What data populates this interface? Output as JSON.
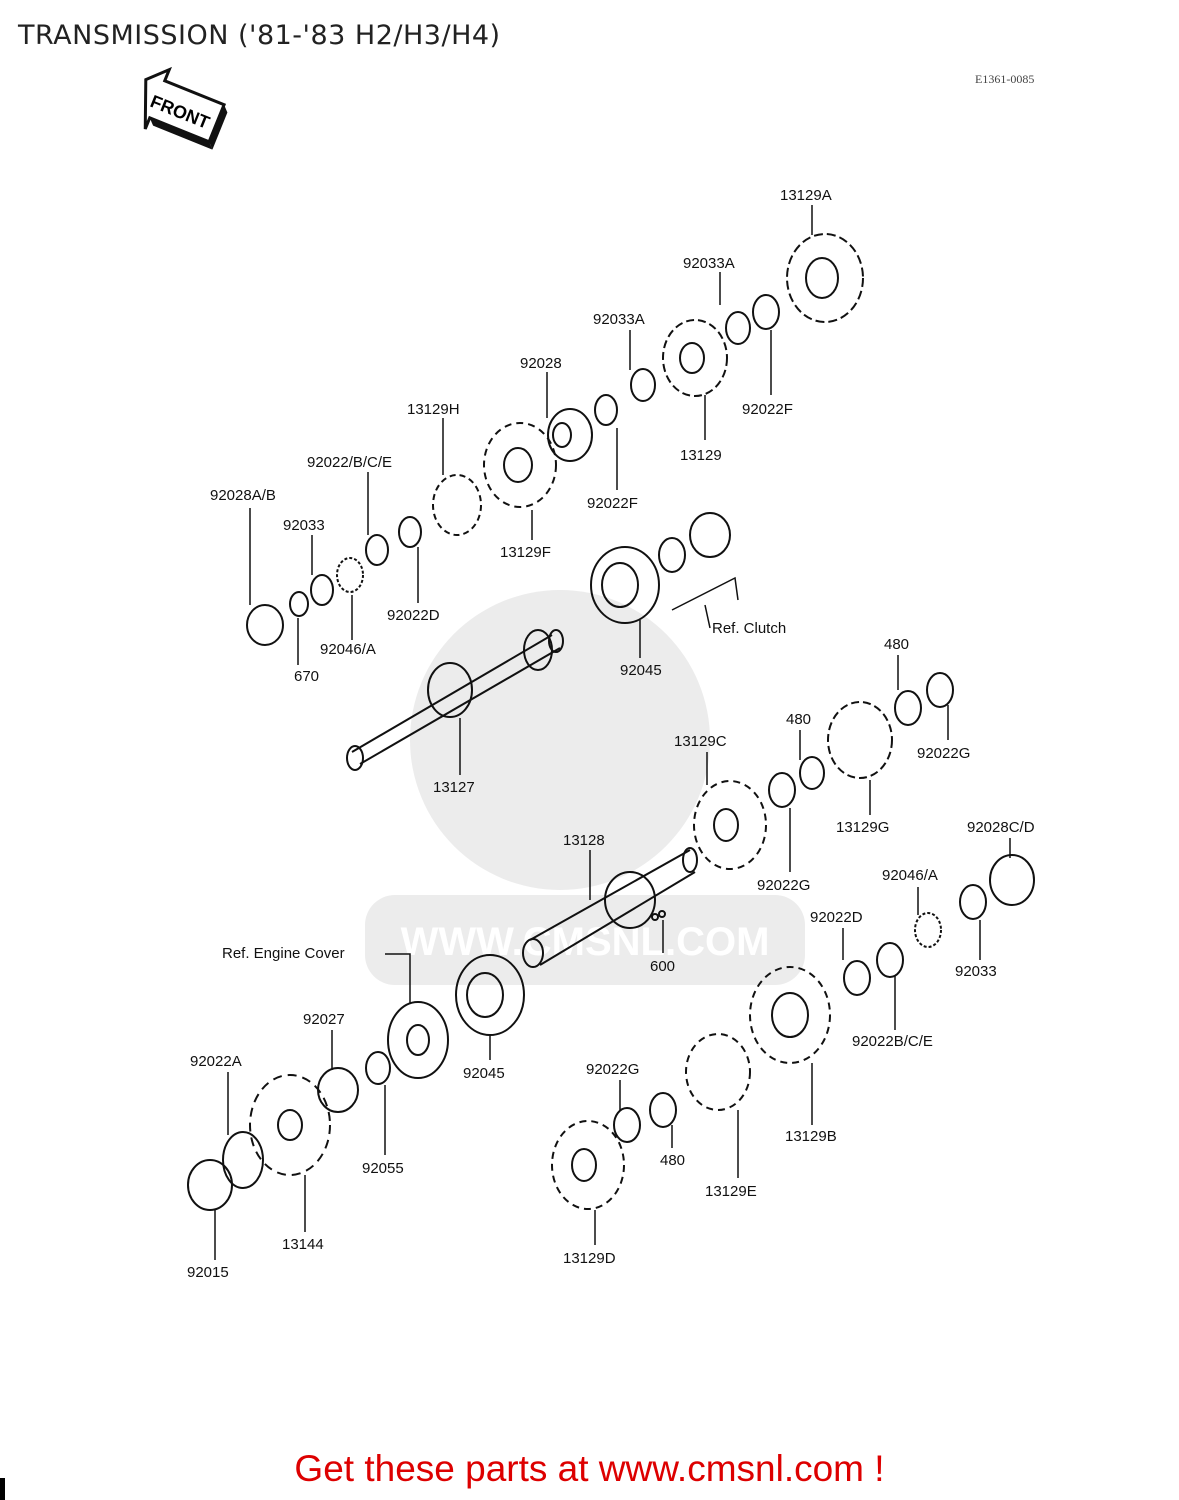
{
  "title": "TRANSMISSION ('81-'83 H2/H3/H4)",
  "diagram_code": "E1361-0085",
  "front_arrow_label": "FRONT",
  "watermark_text": "WWW.CMSNL.COM",
  "footer_cta": "Get these parts at www.cmsnl.com !",
  "colors": {
    "accent_red": "#dd0000",
    "ink": "#111111",
    "watermark": "#e6e6e6"
  },
  "callouts": [
    "13129A",
    "92033A",
    "92033A",
    "92022F",
    "92028",
    "13129",
    "13129H",
    "92022/B/C/E",
    "92022F",
    "92028A/B",
    "92033",
    "13129F",
    "92022D",
    "92046/A",
    "670",
    "Ref. Clutch",
    "92045",
    "480",
    "480",
    "92022G",
    "13129C",
    "13127",
    "13129G",
    "92028C/D",
    "13128",
    "92022G",
    "92046/A",
    "92022D",
    "92033",
    "Ref. Engine Cover",
    "600",
    "92027",
    "92022A",
    "92045",
    "92022B/C/E",
    "92022G",
    "92055",
    "480",
    "13129B",
    "13144",
    "13129E",
    "92015",
    "13129D"
  ]
}
